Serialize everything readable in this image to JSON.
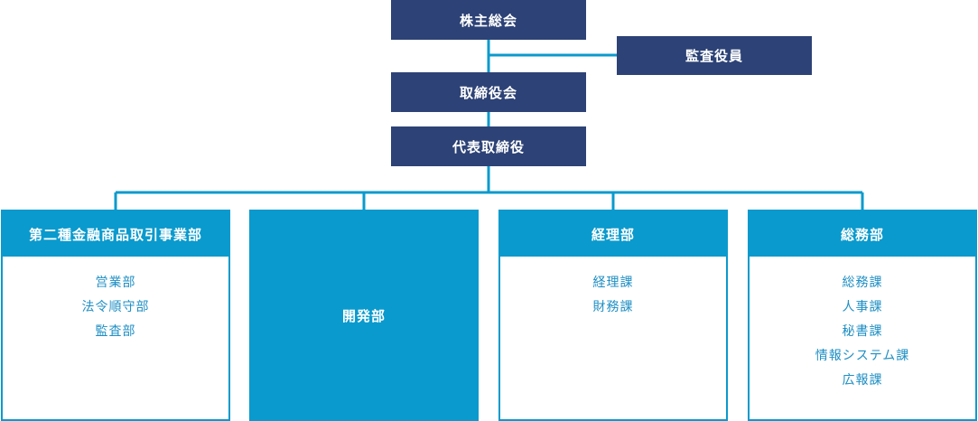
{
  "executive": {
    "shareholders": "株主総会",
    "auditor": "監査役員",
    "board": "取締役会",
    "president": "代表取締役"
  },
  "departments": [
    {
      "name": "第二種金融商品取引事業部",
      "sections": [
        "営業部",
        "法令順守部",
        "監査部"
      ]
    },
    {
      "name": "開発部",
      "sections": []
    },
    {
      "name": "経理部",
      "sections": [
        "経理課",
        "財務課"
      ]
    },
    {
      "name": "総務部",
      "sections": [
        "総務課",
        "人事課",
        "秘書課",
        "情報システム課",
        "広報課"
      ]
    }
  ],
  "colors": {
    "navy": "#2d4276",
    "blue": "#0a9acd",
    "text_blue": "#1f8fc4"
  }
}
